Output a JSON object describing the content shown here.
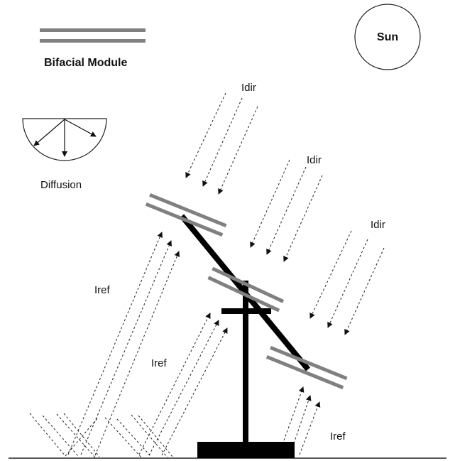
{
  "legend": {
    "module_label": "Bifacial Module",
    "diffusion_label": "Diffusion"
  },
  "sun": {
    "label": "Sun"
  },
  "rays": {
    "direct_labels": [
      "Idir",
      "Idir",
      "Idir"
    ],
    "reflected_labels": [
      "Iref",
      "Iref",
      "Iref"
    ]
  },
  "colors": {
    "module": "#808080",
    "structure": "#000000",
    "ray": "#222222",
    "background": "#ffffff"
  }
}
